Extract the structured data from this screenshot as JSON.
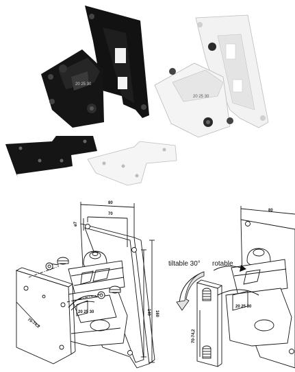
{
  "photos": {
    "black_bracket": "speaker-wall-bracket-black",
    "white_bracket": "speaker-wall-bracket-white",
    "black_plate": "adapter-plate-black",
    "white_plate": "adapter-plate-white"
  },
  "colors": {
    "black_finish": "#121212",
    "white_finish": "#f2f2f2",
    "line": "#111111"
  },
  "drawing_left": {
    "dimensions": {
      "top_width": "80",
      "inner_width": "70",
      "hole_diameter": "ø7",
      "height_inner": "140",
      "height_outer": "160",
      "plate_range": "70-74,2"
    }
  },
  "drawing_right": {
    "dimensions": {
      "top_width": "80",
      "plate_range": "70-74,2"
    },
    "labels": {
      "tilt": "tiltable 30°",
      "rotate": "rotable"
    }
  },
  "scale_marks": {
    "left": "20 25 30",
    "right": "20 25 30"
  }
}
